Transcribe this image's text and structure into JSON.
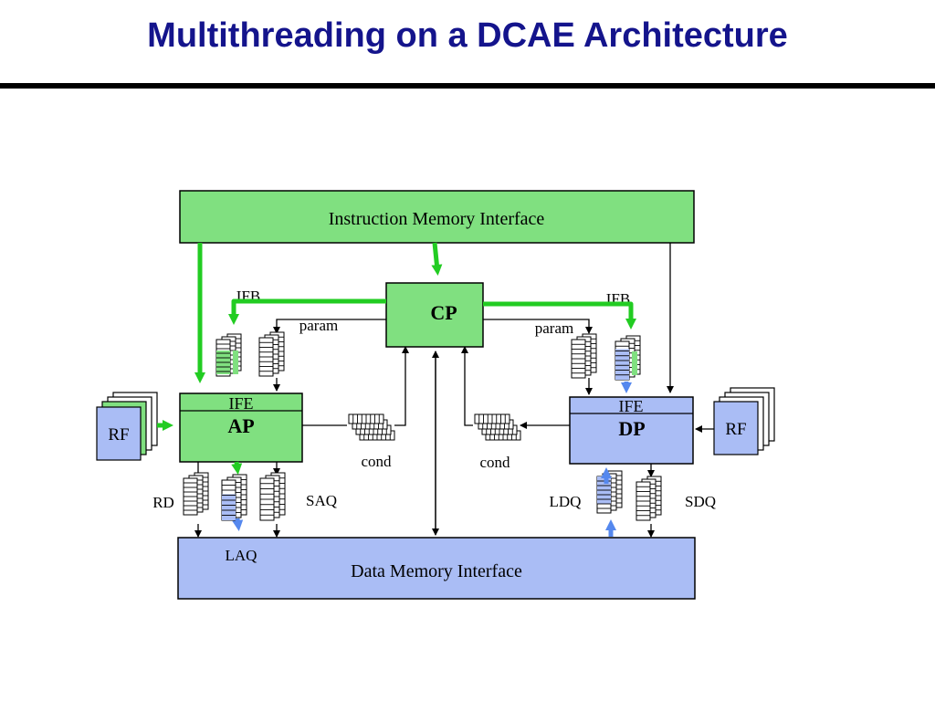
{
  "title": "Multithreading on a DCAE Architecture",
  "blocks": {
    "instruction_memory": "Instruction Memory Interface",
    "data_memory": "Data Memory Interface",
    "cp": "CP",
    "ap": "AP",
    "dp": "DP",
    "ap_ife": "IFE",
    "dp_ife": "IFE",
    "rf_left": "RF",
    "rf_right": "RF"
  },
  "labels": {
    "ifb_left": "IFB",
    "ifb_right": "IFB",
    "param_left": "param",
    "param_right": "param",
    "cond_left": "cond",
    "cond_right": "cond",
    "rd": "RD",
    "laq": "LAQ",
    "saq": "SAQ",
    "ldq": "LDQ",
    "sdq": "SDQ"
  },
  "colors": {
    "green_block": "#80e080",
    "blue_block": "#aabdf5",
    "green_arrow": "#22cc22",
    "blue_arrow": "#5588ee",
    "title": "#14148c",
    "blue_text": "#2a2aa0"
  }
}
